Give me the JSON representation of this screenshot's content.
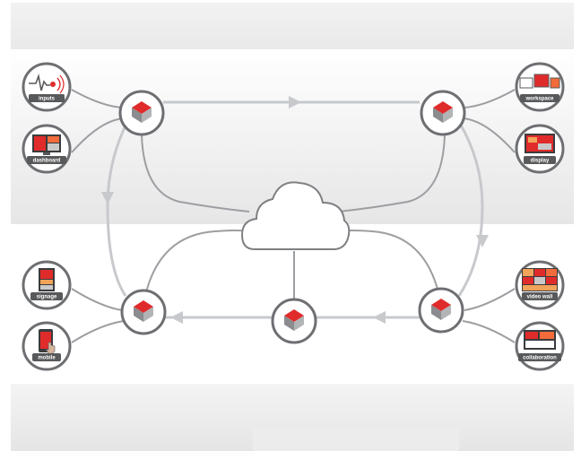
{
  "diagram": {
    "devices": {
      "inputs": "inputs",
      "dashboard": "dashboard",
      "signage": "signage",
      "mobile": "mobile",
      "workspace": "workspace",
      "display": "display",
      "video_wall": "video wall",
      "collaboration": "collaboration"
    },
    "nodes": [
      "top-left-hub",
      "top-right-hub",
      "bottom-left-hub",
      "bottom-center-hub",
      "bottom-right-hub"
    ],
    "center": "cloud",
    "colors": {
      "accent": "#e02b2b",
      "line": "#b8babd",
      "node_ring": "#6e6f72",
      "label_bg": "#58595b"
    }
  }
}
